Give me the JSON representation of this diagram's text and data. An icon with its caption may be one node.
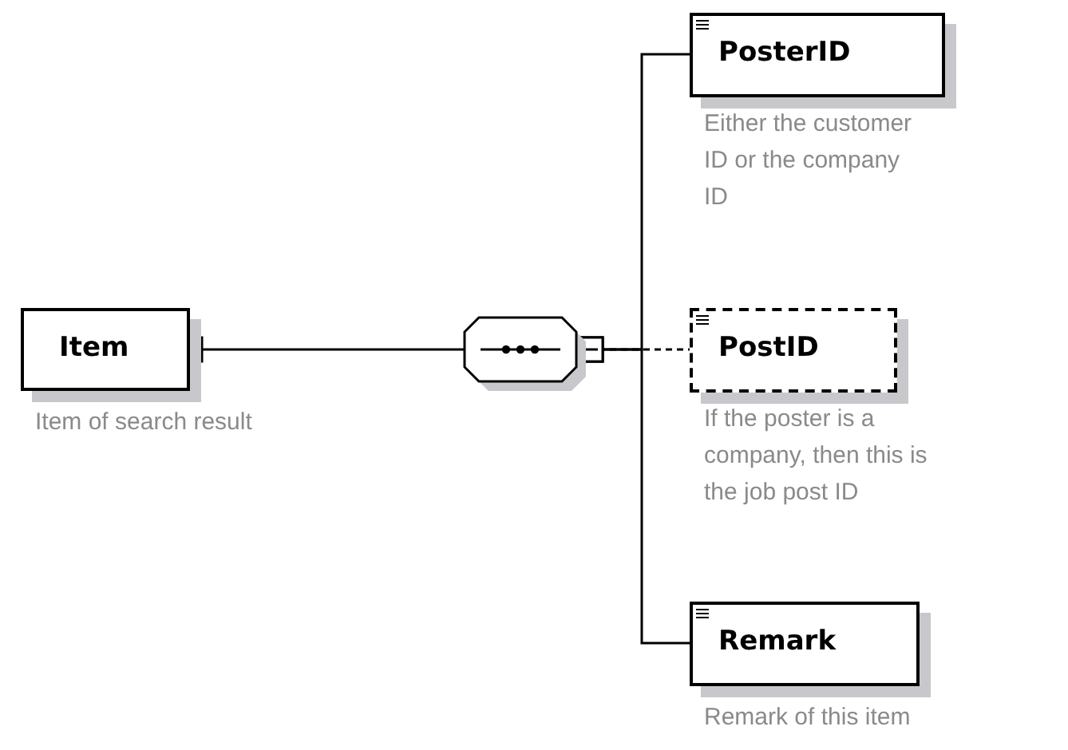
{
  "diagram": {
    "nodes": [
      {
        "text": [
          "Item"
        ],
        "beside": [
          "Item of search result"
        ]
      },
      {
        "text": [],
        "shape": "octagon"
      },
      {
        "text": [
          "PosterID"
        ],
        "beside": [
          "Either the customer ID or the company ID"
        ]
      },
      {
        "text": [
          "PostID"
        ],
        "beside": [
          "If the poster is a company, then this is the job post ID"
        ]
      },
      {
        "text": [
          "Remark"
        ],
        "beside": [
          "Remark of this item"
        ]
      }
    ],
    "edges": [
      {
        "from": 0,
        "to": 1,
        "arrow": "other"
      },
      {
        "from": 1,
        "to": 2,
        "arrow": "other"
      },
      {
        "from": 1,
        "to": 3,
        "arrow": "other",
        "style": "dashed"
      },
      {
        "from": 1,
        "to": 4,
        "arrow": "other"
      }
    ]
  }
}
